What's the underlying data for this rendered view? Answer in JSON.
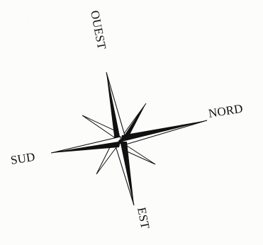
{
  "compass": {
    "labels": {
      "north": "NORD",
      "south": "SUD",
      "east": "EST",
      "west": "OUEST"
    },
    "ink_color": "#111111",
    "paper_color": "#fcfcfa"
  }
}
